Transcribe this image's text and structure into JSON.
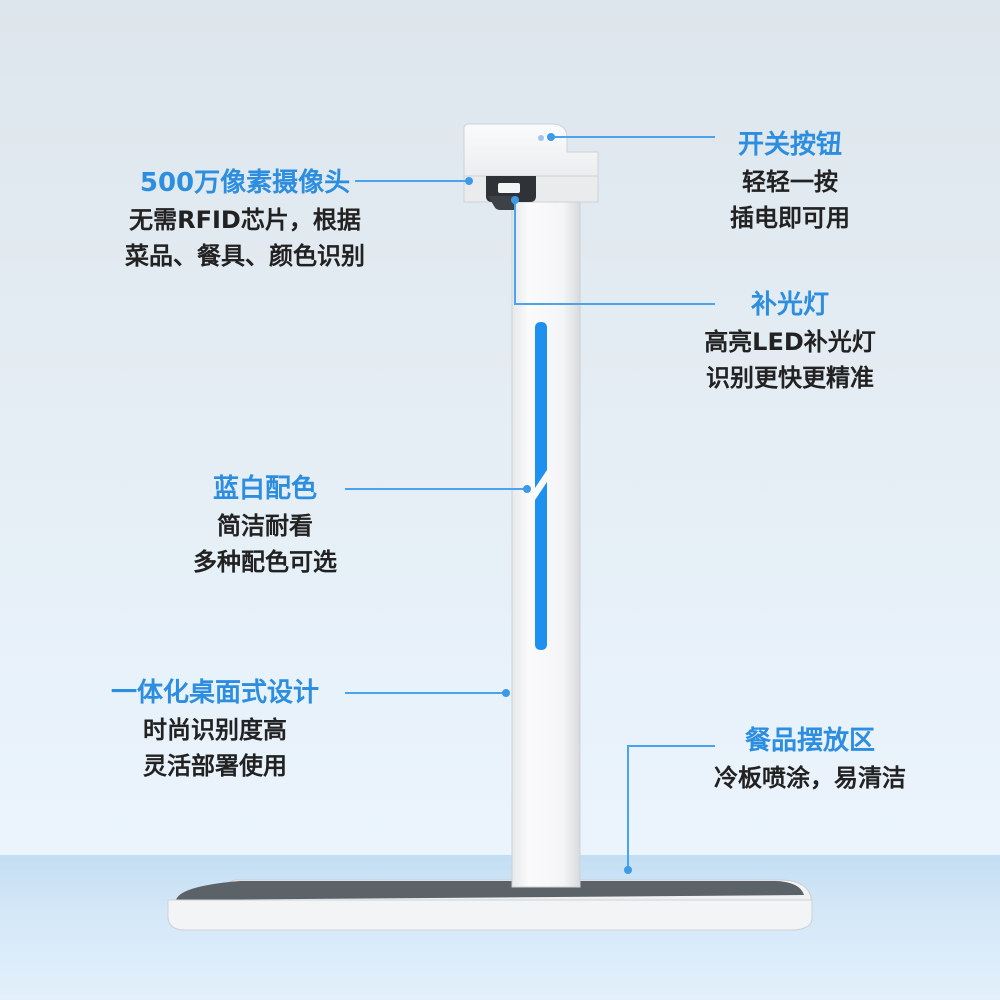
{
  "colors": {
    "accent": "#2d8ee0",
    "light_strip": "#1e90f0",
    "text": "#222222",
    "device_body": "#f7f8f9"
  },
  "features": {
    "camera": {
      "title": "500万像素摄像头",
      "lines": [
        "无需RFID芯片，根据",
        "菜品、餐具、颜色识别"
      ]
    },
    "switch": {
      "title": "开关按钮",
      "lines": [
        "轻轻一按",
        "插电即可用"
      ]
    },
    "fill_light": {
      "title": "补光灯",
      "lines": [
        "高亮LED补光灯",
        "识别更快更精准"
      ]
    },
    "color_scheme": {
      "title": "蓝白配色",
      "lines": [
        "简洁耐看",
        "多种配色可选"
      ]
    },
    "desktop_design": {
      "title": "一体化桌面式设计",
      "lines": [
        "时尚识别度高",
        "灵活部署使用"
      ]
    },
    "plate_area": {
      "title": "餐品摆放区",
      "lines": [
        "冷板喷涂，易清洁"
      ]
    }
  }
}
